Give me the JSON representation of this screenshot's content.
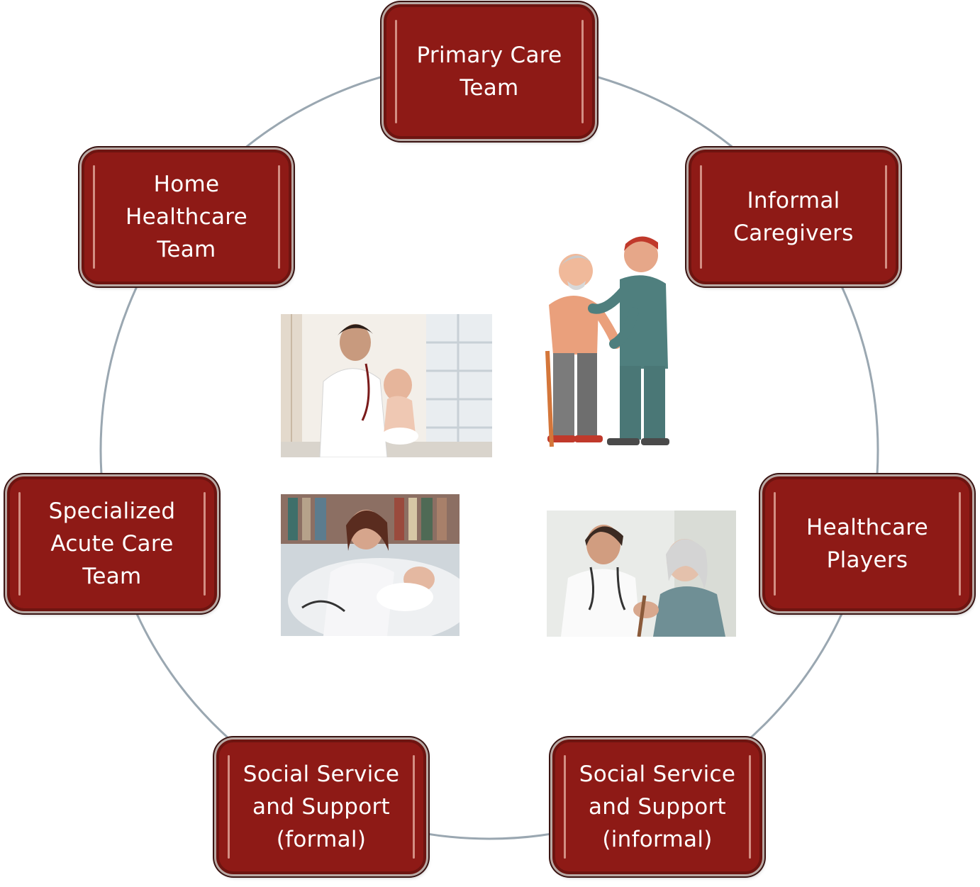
{
  "diagram": {
    "nodes": [
      {
        "id": "primary-care-team",
        "label": "Primary Care\nTeam"
      },
      {
        "id": "informal-caregivers",
        "label": "Informal\nCaregivers"
      },
      {
        "id": "healthcare-players",
        "label": "Healthcare\nPlayers"
      },
      {
        "id": "social-service-informal",
        "label": "Social Service\nand Support\n(informal)"
      },
      {
        "id": "social-service-formal",
        "label": "Social Service\nand Support\n(formal)"
      },
      {
        "id": "specialized-acute-care-team",
        "label": "Specialized\nAcute Care\nTeam"
      },
      {
        "id": "home-healthcare-team",
        "label": "Home\nHealthcare\nTeam"
      }
    ],
    "connector": "circle",
    "colors": {
      "node_fill": "#8e1a16",
      "node_border": "#6e1410",
      "node_text": "#ffffff",
      "ring": "#9aa7b1"
    },
    "images": [
      {
        "name": "doctor-examining-baby-photo"
      },
      {
        "name": "caregiver-helping-elderly-man-illustration"
      },
      {
        "name": "mother-with-newborn-photo"
      },
      {
        "name": "nurse-with-elderly-woman-photo"
      }
    ]
  }
}
